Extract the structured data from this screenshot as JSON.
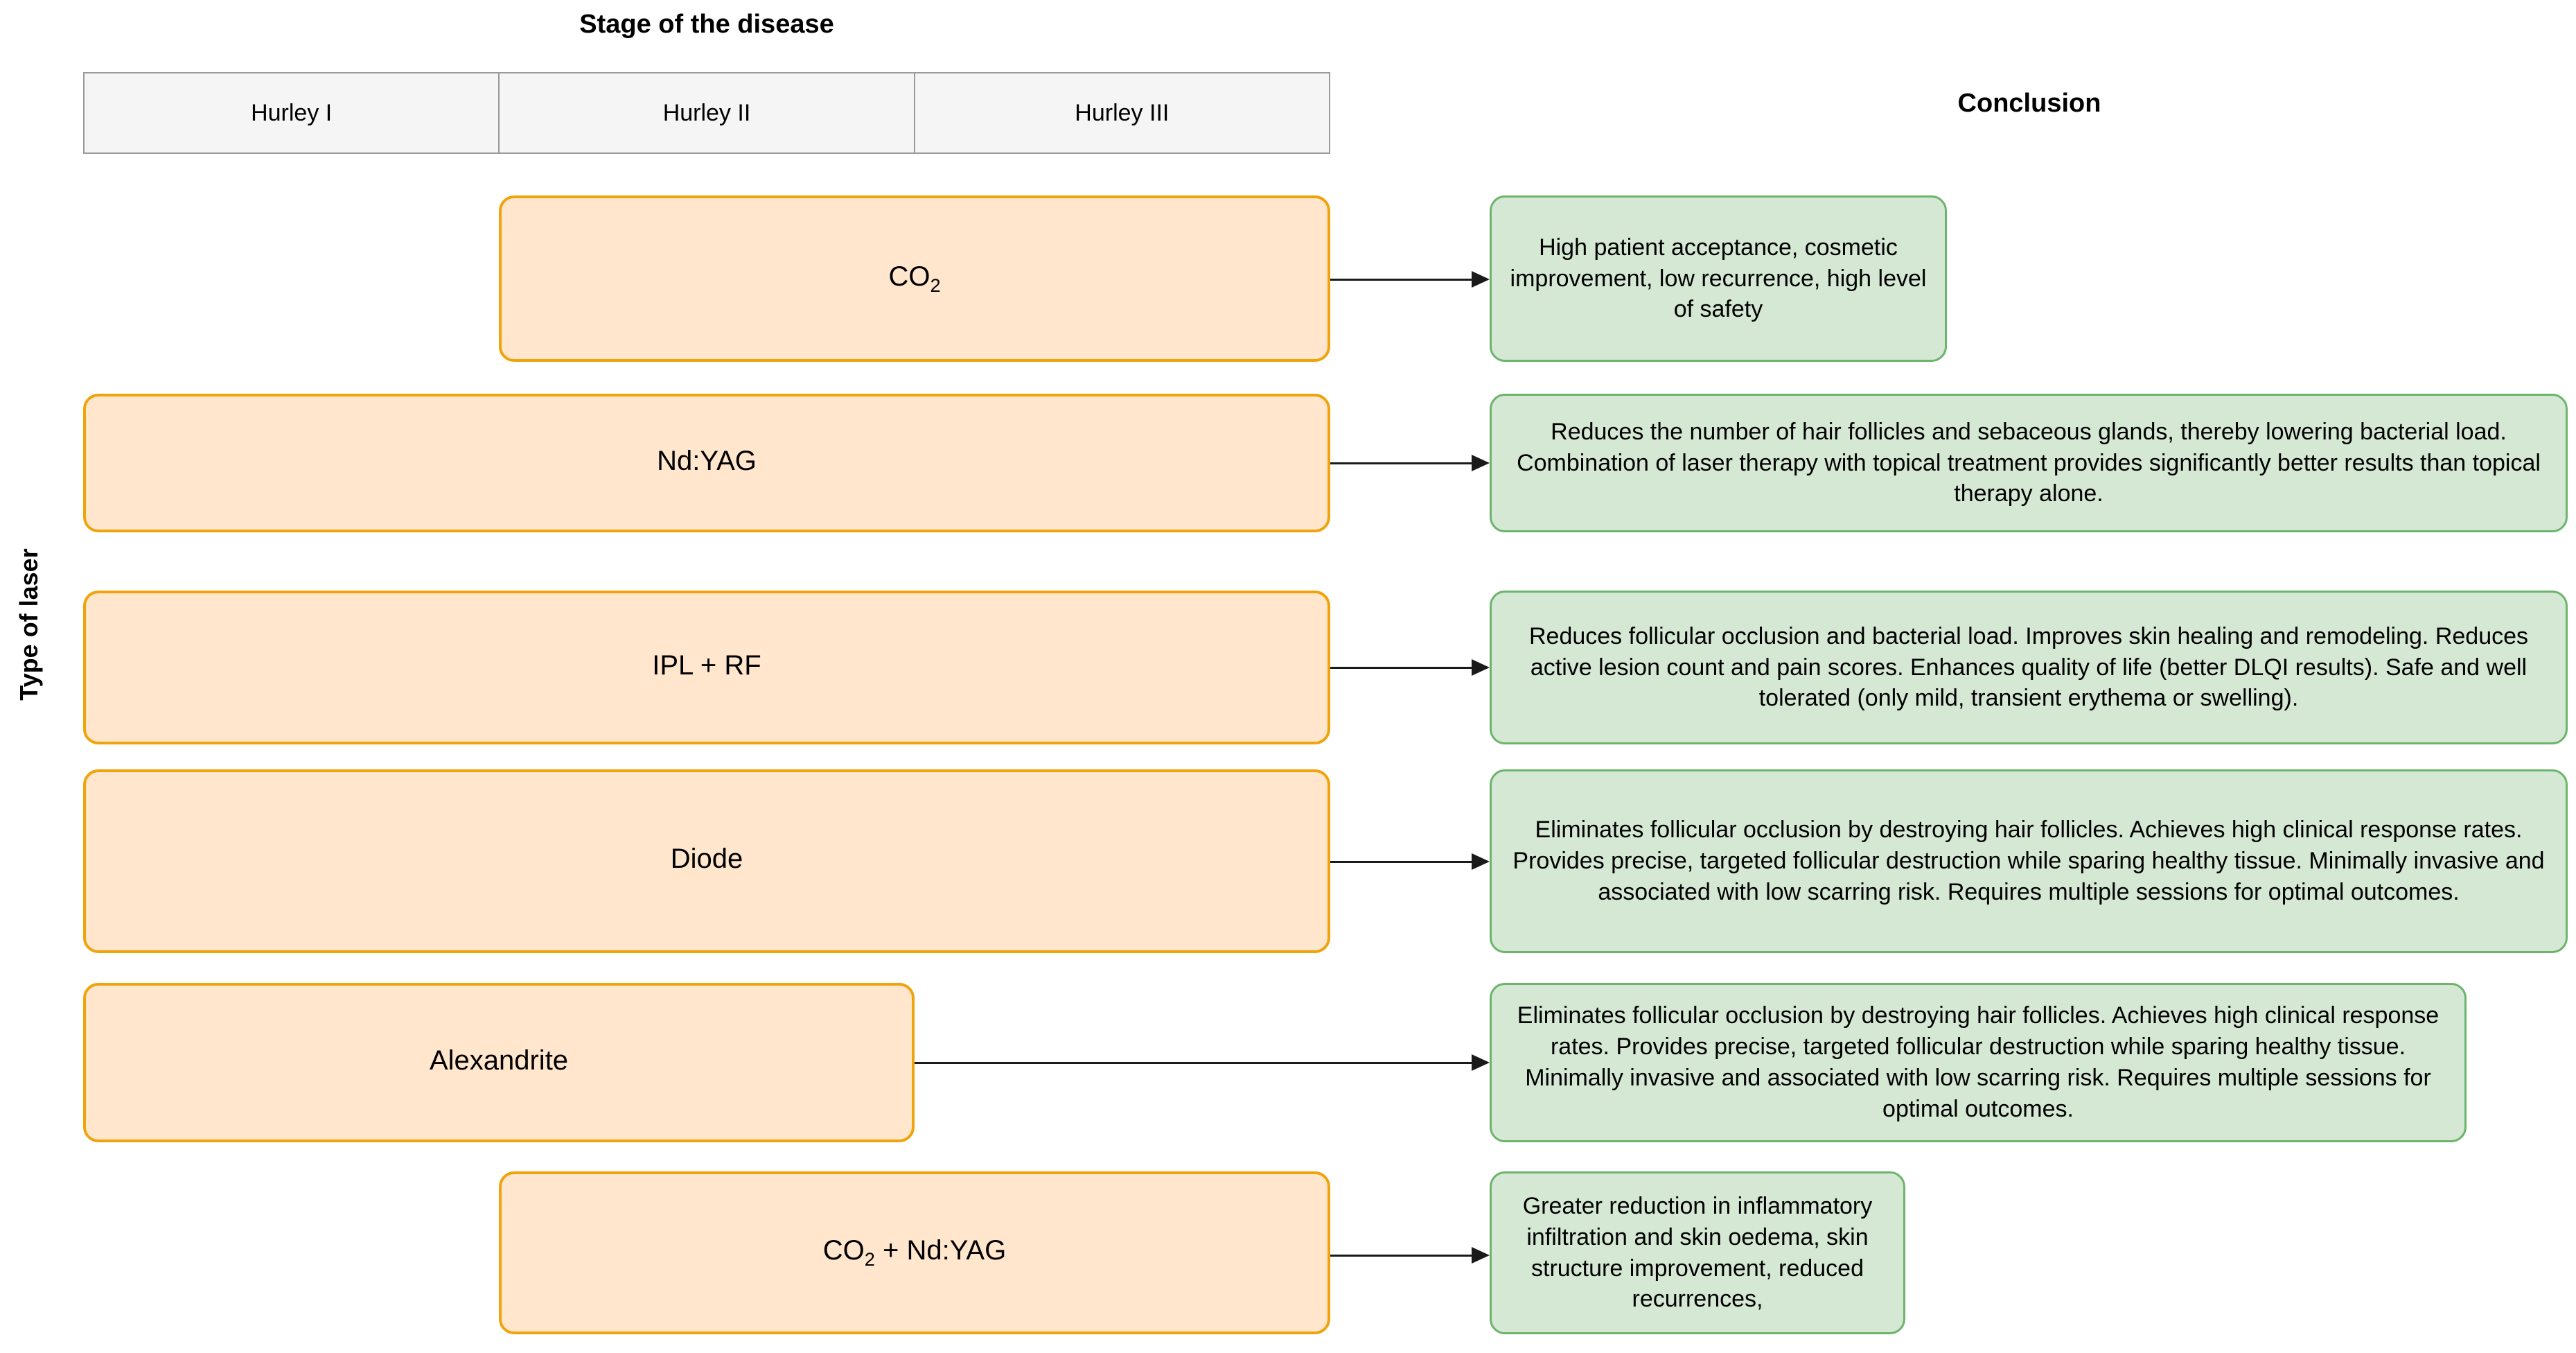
{
  "headers": {
    "stage_title": "Stage of the disease",
    "conclusion_title": "Conclusion",
    "axis_label": "Type of laser"
  },
  "stages": [
    {
      "label": "Hurley I"
    },
    {
      "label": "Hurley II"
    },
    {
      "label": "Hurley III"
    }
  ],
  "rows": [
    {
      "laser_label": "CO",
      "laser_sub": "2",
      "laser_suffix": "",
      "conclusion": "High patient acceptance, cosmetic improvement, low recurrence, high level of safety",
      "stage_span": "Hurley II - Hurley III"
    },
    {
      "laser_label": "Nd:YAG",
      "laser_sub": "",
      "laser_suffix": "",
      "conclusion": "Reduces the number of hair follicles and sebaceous glands, thereby lowering bacterial load. Combination of laser therapy with topical treatment provides significantly better results than topical therapy alone.",
      "stage_span": "Hurley I - Hurley III"
    },
    {
      "laser_label": "IPL + RF",
      "laser_sub": "",
      "laser_suffix": "",
      "conclusion": "Reduces follicular occlusion and bacterial load. Improves skin healing and remodeling. Reduces active lesion count and pain scores. Enhances quality of life (better DLQI results). Safe and well tolerated (only mild, transient erythema or swelling).",
      "stage_span": "Hurley I - Hurley III"
    },
    {
      "laser_label": "Diode",
      "laser_sub": "",
      "laser_suffix": "",
      "conclusion": "Eliminates follicular occlusion by destroying hair follicles. Achieves high clinical response rates. Provides precise, targeted follicular destruction while sparing healthy tissue. Minimally invasive and associated with low scarring risk. Requires multiple sessions for optimal outcomes.",
      "stage_span": "Hurley I - Hurley III"
    },
    {
      "laser_label": "Alexandrite",
      "laser_sub": "",
      "laser_suffix": "",
      "conclusion": "Eliminates follicular occlusion by destroying hair follicles. Achieves high clinical response rates. Provides precise, targeted follicular destruction while sparing healthy tissue. Minimally invasive and associated with low scarring risk. Requires multiple sessions for optimal outcomes.",
      "stage_span": "Hurley I - Hurley II"
    },
    {
      "laser_label": "CO",
      "laser_sub": "2",
      "laser_suffix": " + Nd:YAG",
      "conclusion": "Greater reduction in inflammatory infiltration and skin oedema, skin structure improvement, reduced recurrences,",
      "stage_span": "Hurley II - Hurley III"
    }
  ],
  "colors": {
    "laser_fill": "#ffe6cc",
    "laser_border": "#f0a30a",
    "conclusion_fill": "#d5e8d4",
    "conclusion_border": "#6cb36c",
    "header_fill": "#f5f5f5",
    "header_border": "#9a9a9a",
    "arrow": "#1a1a1a"
  }
}
